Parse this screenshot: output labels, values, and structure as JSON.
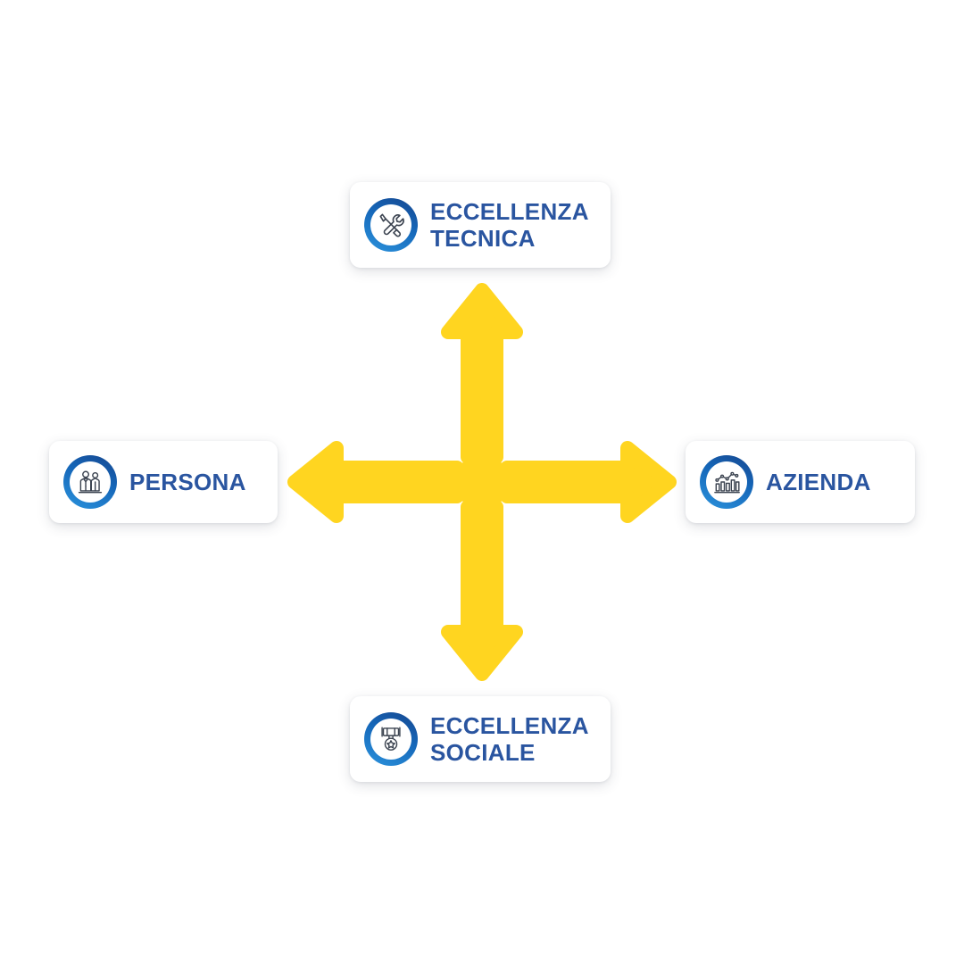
{
  "diagram": {
    "type": "four-way-cross-arrow-diagram",
    "background_color": "#ffffff",
    "arrow_color": "#FFD520",
    "label_color": "#2a55a0",
    "badge_gradient_from": "#17478f",
    "badge_gradient_to": "#2b93dd"
  },
  "cards": {
    "top": {
      "label": "ECCELLENZA\nTECNICA",
      "icon": "wrench-screwdriver-icon",
      "position": "top"
    },
    "left": {
      "label": "PERSONA",
      "icon": "two-people-icon",
      "position": "left"
    },
    "right": {
      "label": "AZIENDA",
      "icon": "bar-chart-trend-icon",
      "position": "right"
    },
    "bottom": {
      "label": "ECCELLENZA\nSOCIALE",
      "icon": "medal-star-icon",
      "position": "bottom"
    }
  },
  "arrows": {
    "up": "arrow-up",
    "down": "arrow-down",
    "left": "arrow-left",
    "right": "arrow-right"
  }
}
